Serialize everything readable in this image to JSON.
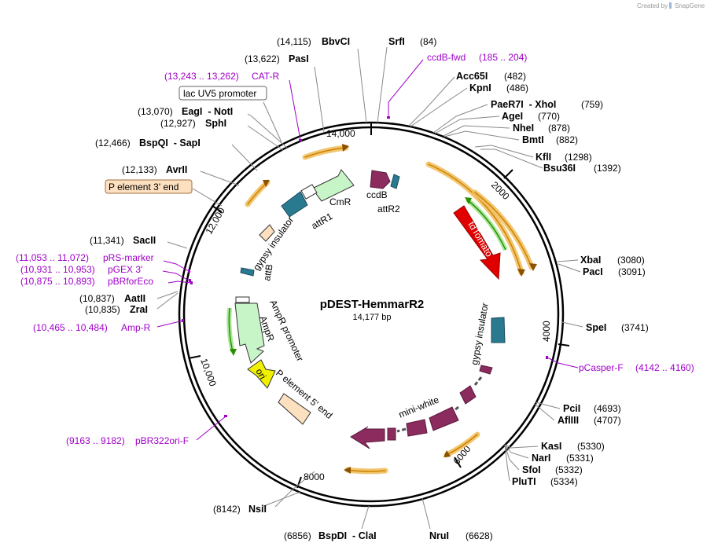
{
  "credit": "Created by",
  "brand": "SnapGene",
  "plasmid": {
    "name": "pDEST-HemmarR2",
    "length": "14,177 bp"
  },
  "ticks": [
    "2000",
    "4000",
    "6000",
    "8000",
    "10,000",
    "12,000",
    "14,000"
  ],
  "sites_right": [
    {
      "name": "SrfI",
      "pos": "(84)"
    },
    {
      "name": "Acc65I",
      "pos": "(482)"
    },
    {
      "name": "KpnI",
      "pos": "(486)"
    },
    {
      "name": "PaeR7I  - XhoI",
      "pos": "(759)"
    },
    {
      "name": "AgeI",
      "pos": "(770)"
    },
    {
      "name": "NheI",
      "pos": "(878)"
    },
    {
      "name": "BmtI",
      "pos": "(882)"
    },
    {
      "name": "KflI",
      "pos": "(1298)"
    },
    {
      "name": "Bsu36I",
      "pos": "(1392)"
    },
    {
      "name": "XbaI",
      "pos": "(3080)"
    },
    {
      "name": "PacI",
      "pos": "(3091)"
    },
    {
      "name": "SpeI",
      "pos": "(3741)"
    },
    {
      "name": "PciI",
      "pos": "(4693)"
    },
    {
      "name": "AflIII",
      "pos": "(4707)"
    },
    {
      "name": "KasI",
      "pos": "(5330)"
    },
    {
      "name": "NarI",
      "pos": "(5331)"
    },
    {
      "name": "SfoI",
      "pos": "(5332)"
    },
    {
      "name": "PluTI",
      "pos": "(5334)"
    },
    {
      "name": "NruI",
      "pos": "(6628)"
    }
  ],
  "sites_left": [
    {
      "name": "BbvCI",
      "pos": "(14,115)"
    },
    {
      "name": "PasI",
      "pos": "(13,622)"
    },
    {
      "name": "EagI  - NotI",
      "pos": "(13,070)"
    },
    {
      "name": "SphI",
      "pos": "(12,927)"
    },
    {
      "name": "BspQI  - SapI",
      "pos": "(12,466)"
    },
    {
      "name": "AvrII",
      "pos": "(12,133)"
    },
    {
      "name": "SacII",
      "pos": "(11,341)"
    },
    {
      "name": "AatII",
      "pos": "(10,837)"
    },
    {
      "name": "ZraI",
      "pos": "(10,835)"
    },
    {
      "name": "NsiI",
      "pos": "(8142)"
    },
    {
      "name": "BspDI  - ClaI",
      "pos": "(6856)"
    }
  ],
  "primers": [
    {
      "name": "ccdB-fwd",
      "range": "(185 .. 204)"
    },
    {
      "name": "pCasper-F",
      "range": "(4142 .. 4160)"
    },
    {
      "name": "CAT-R",
      "range": "(13,243 .. 13,262)"
    },
    {
      "name": "pRS-marker",
      "range": "(11,053 .. 11,072)"
    },
    {
      "name": "pGEX 3'",
      "range": "(10,931 .. 10,953)"
    },
    {
      "name": "pBRforEco",
      "range": "(10,875 .. 10,893)"
    },
    {
      "name": "Amp-R",
      "range": "(10,465 .. 10,484)"
    },
    {
      "name": "pBR322ori-F",
      "range": "(9163 .. 9182)"
    }
  ],
  "boxed_labels": {
    "lac_uv5": "lac UV5 promoter",
    "p_element_3": "P element 3' end"
  },
  "features": {
    "ccdb": "ccdB",
    "attr2": "attR2",
    "cmr": "CmR",
    "attr1": "attR1",
    "tdtomato": "tdTomato",
    "gypsy_right": "gypsy insulator",
    "gypsy_left": "gypsy insulator",
    "attb": "attB",
    "mini_white": "mini-white",
    "ampr_promoter": "AmpR promoter",
    "ampr": "AmpR",
    "ori": "ori",
    "p_element_5": "P element 5' end"
  },
  "colors": {
    "backbone": "#000000",
    "primer": "#a000c8",
    "orange_arrow": "#f0c060",
    "ccdb": "#8b2b5e",
    "attr": "#2a7a8f",
    "cmr": "#c8f5c8",
    "tdtomato": "#e00000",
    "ampr": "#c8f5c8",
    "ori": "#f0f000",
    "p_element": "#fce0c0",
    "mini_white": "#8b2b5e"
  }
}
